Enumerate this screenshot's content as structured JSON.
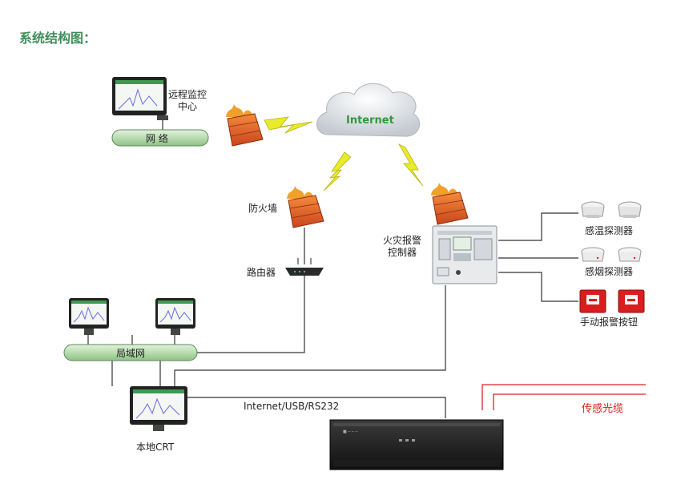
{
  "title": "系统结构图：",
  "nodes": {
    "remote_center": [
      "远程监控",
      "中心"
    ],
    "network_bar": "网  络",
    "internet": "Internet",
    "firewall": "防火墙",
    "router": "路由器",
    "fire_controller": [
      "火灾报警",
      "控制器"
    ],
    "heat_detector": "感温探测器",
    "smoke_detector": "感烟探测器",
    "manual_button": "手动报警按钮",
    "lan_bar": "局域网",
    "local_crt": "本地CRT",
    "link_label": "Internet/USB/RS232",
    "sensing_cable": "传感光缆"
  },
  "colors": {
    "title": "#3f8f5a",
    "bar_fill": "#b9dcb0",
    "bar_stroke": "#5a8a55",
    "lightning": "#e8ea2a",
    "firewall": "#e8692a",
    "cable": "#e02020"
  }
}
